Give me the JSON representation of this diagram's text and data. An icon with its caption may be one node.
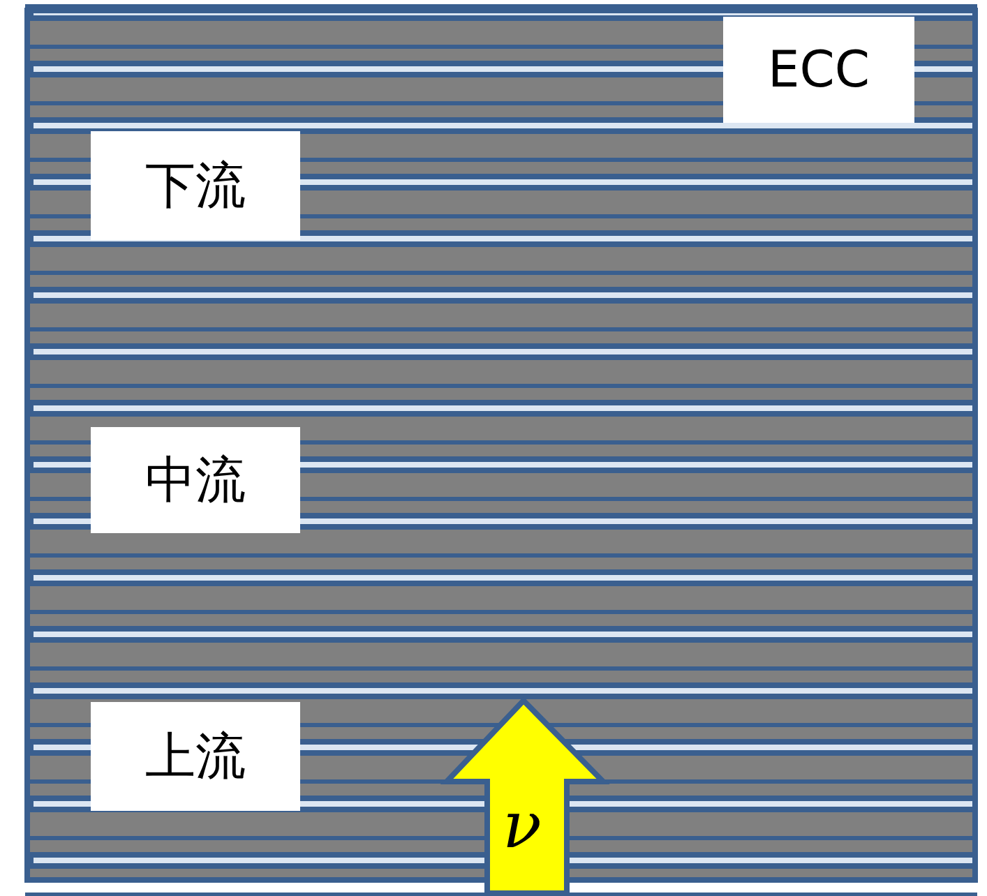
{
  "diagram": {
    "nodes": [
      {
        "text": [
          "ECC"
        ]
      },
      {
        "text": [
          "下流"
        ]
      },
      {
        "text": [
          "中流"
        ]
      },
      {
        "text": [
          "上流"
        ]
      }
    ],
    "labels": [
      "ν"
    ]
  }
}
